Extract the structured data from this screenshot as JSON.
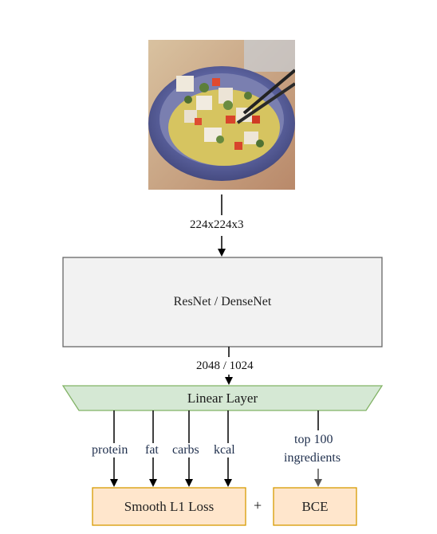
{
  "input_size_label": "224x224x3",
  "backbone_label": "ResNet / DenseNet",
  "feature_size_label": "2048 / 1024",
  "linear_layer_label": "Linear Layer",
  "outputs": [
    "protein",
    "fat",
    "carbs",
    "kcal"
  ],
  "ingredients_label_line1": "top 100",
  "ingredients_label_line2": "ingredients",
  "loss_regression_label": "Smooth L1 Loss",
  "plus_label": "+",
  "loss_classification_label": "BCE",
  "colors": {
    "backbone_fill": "#f2f2f2",
    "linear_fill": "#d5e8d4",
    "linear_stroke": "#82b366",
    "loss_fill": "#ffe6cc",
    "loss_stroke": "#d79b00",
    "output_text": "#1f2f4d"
  }
}
